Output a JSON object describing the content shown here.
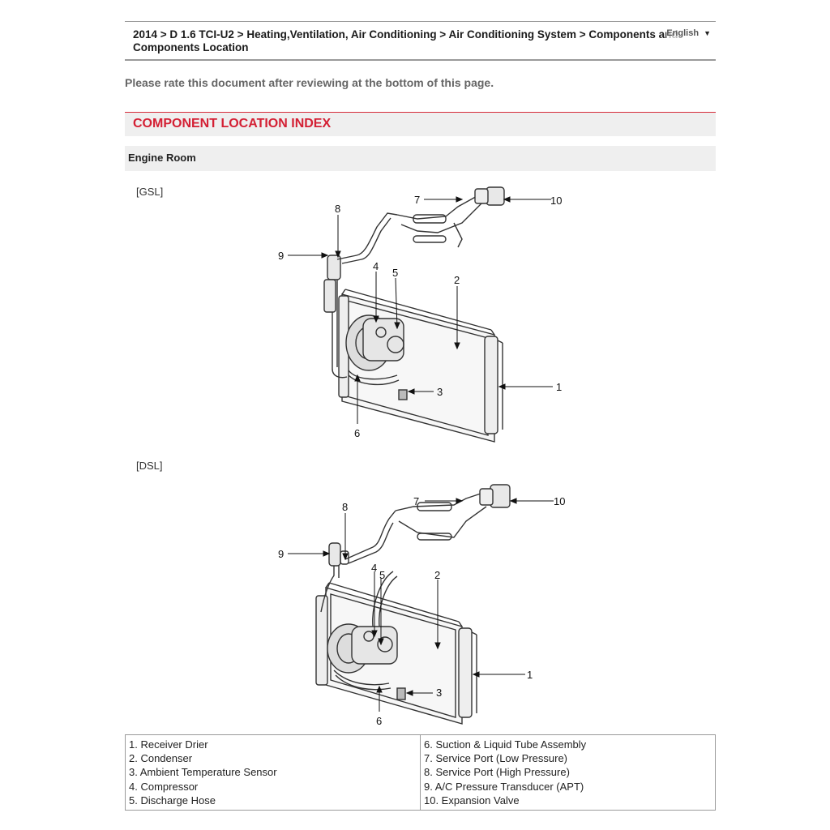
{
  "breadcrumb": "2014 > D 1.6 TCI-U2 > Heating,Ventilation, Air Conditioning > Air Conditioning System > Components and Components Location",
  "language": {
    "selected": "English"
  },
  "rate_note": "Please rate this document after reviewing at the bottom of this page.",
  "section_title": "COMPONENT LOCATION INDEX",
  "subsection_title": "Engine Room",
  "diagrams": [
    {
      "label": "[GSL]",
      "callouts": [
        "1",
        "2",
        "3",
        "4",
        "5",
        "6",
        "7",
        "8",
        "9",
        "10"
      ]
    },
    {
      "label": "[DSL]",
      "callouts": [
        "1",
        "2",
        "3",
        "4",
        "5",
        "6",
        "7",
        "8",
        "9",
        "10"
      ]
    }
  ],
  "legend": {
    "left": [
      "1. Receiver Drier",
      "2. Condenser",
      "3. Ambient Temperature Sensor",
      "4. Compressor",
      "5. Discharge Hose"
    ],
    "right": [
      "6. Suction & Liquid Tube Assembly",
      "7. Service Port (Low Pressure)",
      "8. Service Port (High Pressure)",
      "9. A/C Pressure Transducer (APT)",
      "10. Expansion Valve"
    ]
  }
}
